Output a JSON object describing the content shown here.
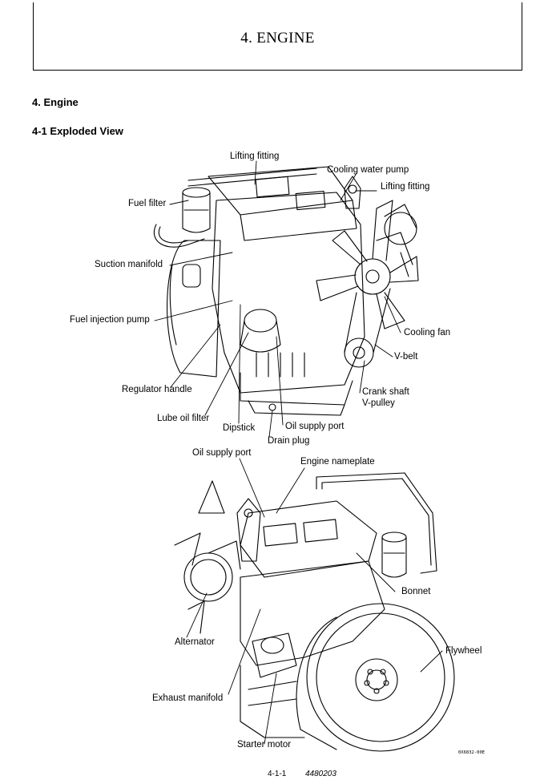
{
  "header": {
    "title": "4. ENGINE"
  },
  "section": {
    "heading": "4. Engine",
    "subheading": "4-1  Exploded View"
  },
  "figure1_labels": {
    "lifting_fitting_top": "Lifting fitting",
    "cooling_water_pump": "Cooling water pump",
    "lifting_fitting_right": "Lifting fitting",
    "fuel_filter": "Fuel filter",
    "suction_manifold": "Suction manifold",
    "fuel_injection_pump": "Fuel injection pump",
    "cooling_fan": "Cooling  fan",
    "v_belt": "V-belt",
    "regulator_handle": "Regulator handle",
    "crank_shaft": "Crank shaft",
    "v_pulley": "V-pulley",
    "lube_oil_filter": "Lube oil filter",
    "dipstick": "Dipstick",
    "oil_supply_port": "Oil supply port",
    "drain_plug": "Drain plug"
  },
  "figure2_labels": {
    "oil_supply_port": "Oil supply port",
    "engine_nameplate": "Engine nameplate",
    "bonnet": "Bonnet",
    "alternator": "Alternator",
    "flywheel": "Flywheel",
    "exhaust_manifold": "Exhaust manifold",
    "starter_motor": "Starter motor"
  },
  "figure_code": "0X6832-00E",
  "footer": {
    "page": "4-1-1",
    "doc_number": "4480203"
  }
}
